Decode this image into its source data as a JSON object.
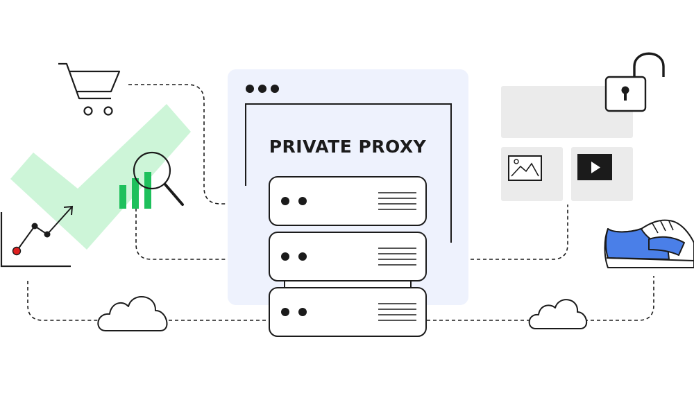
{
  "diagram": {
    "title": "PRIVATE PROXY",
    "server_units": 3,
    "connections": [
      {
        "from": "shopping-cart-icon",
        "to": "server-unit-1"
      },
      {
        "from": "analytics-icon",
        "to": "server-unit-2"
      },
      {
        "from": "line-chart-icon",
        "to": "server-unit-3"
      },
      {
        "from": "media-content-panel",
        "to": "server-unit-2"
      },
      {
        "from": "sneaker-icon",
        "to": "server-unit-3"
      }
    ]
  },
  "colors": {
    "line": "#1b1b1b",
    "panel": "#eef2fd",
    "check": "#cdf5d8",
    "bars": "#1ec05c",
    "chart_point": "#e02020",
    "placeholder": "#ebebeb",
    "sneaker_accent": "#4a7fe8"
  },
  "icons": {
    "cart": "shopping-cart-icon",
    "check": "check-mark-icon",
    "bars": "bar-chart-icon",
    "magnifier": "magnifier-icon",
    "line_chart": "line-chart-icon",
    "cloud": "cloud-icon",
    "lock": "unlocked-padlock-icon",
    "image": "image-icon",
    "video": "play-video-icon",
    "sneaker": "sneaker-icon"
  }
}
